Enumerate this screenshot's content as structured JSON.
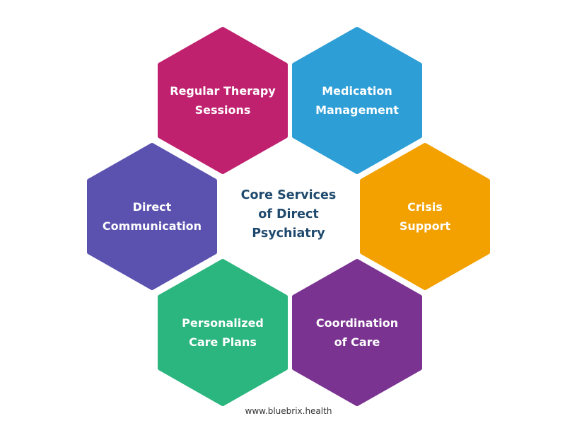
{
  "diagram": {
    "center_title": [
      "Core Services",
      "of Direct",
      "Psychiatry"
    ],
    "hexagons": [
      {
        "id": "regular-therapy-sessions",
        "lines": [
          "Regular Therapy",
          "Sessions"
        ],
        "color": "#c0216f"
      },
      {
        "id": "medication-management",
        "lines": [
          "Medication",
          "Management"
        ],
        "color": "#2d9ed6"
      },
      {
        "id": "direct-communication",
        "lines": [
          "Direct",
          "Communication"
        ],
        "color": "#5b52b0"
      },
      {
        "id": "crisis-support",
        "lines": [
          "Crisis",
          "Support"
        ],
        "color": "#f2a100"
      },
      {
        "id": "personalized-care-plans",
        "lines": [
          "Personalized",
          "Care Plans"
        ],
        "color": "#2bb57f"
      },
      {
        "id": "coordination-of-care",
        "lines": [
          "Coordination",
          "of Care"
        ],
        "color": "#7a3390"
      }
    ]
  },
  "footer": {
    "text": "www.bluebrix.health"
  }
}
